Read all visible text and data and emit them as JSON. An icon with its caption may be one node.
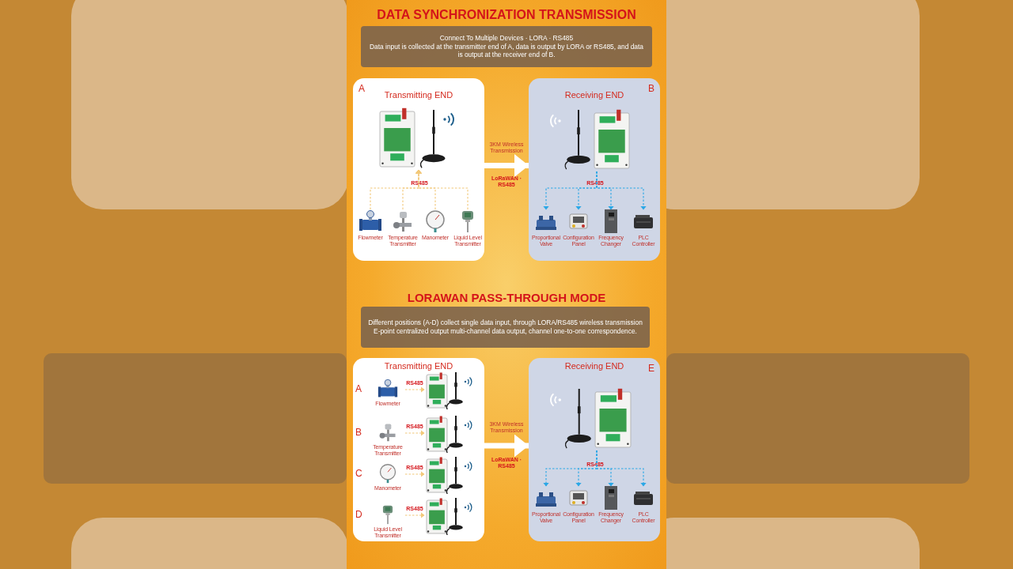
{
  "diagram": {
    "title": "DATA SYNCHRONIZATION TRANSMISSION",
    "nodes": [
      {
        "text": [
          "Connect To Multiple Devices · LORA · RS485",
          "Data input is collected at the transmitter end of A, data is output by LORA or RS485, and data is output at the receiver end of B."
        ]
      },
      {
        "text": [
          "A",
          "Transmitting END"
        ]
      },
      {
        "text": [],
        "shape": "picture",
        "in": 1
      },
      {
        "text": [
          "Flowmeter"
        ],
        "in": 1
      },
      {
        "text": [
          "Temperature Transmitter"
        ],
        "in": 1
      },
      {
        "text": [
          "Manometer"
        ],
        "in": 1
      },
      {
        "text": [
          "Liquid Level Transmitter"
        ],
        "in": 1
      },
      {
        "text": [
          "Receiving END",
          "B"
        ]
      },
      {
        "text": [],
        "shape": "picture",
        "in": 7
      },
      {
        "text": [
          "Proportional Valve"
        ],
        "in": 7
      },
      {
        "text": [
          "Configuration Panel"
        ],
        "in": 7
      },
      {
        "text": [
          "Frequency Changer"
        ],
        "in": 7
      },
      {
        "text": [
          "PLC Controller"
        ],
        "in": 7
      },
      {
        "text": [
          "Different positions (A-D) collect single data input, through LORA/RS485 wireless transmission E-point centralized output multi-channel data output, channel one-to-one correspondence."
        ]
      },
      {
        "text": [
          "Transmitting END"
        ]
      },
      {
        "text": [
          "Flowmeter"
        ],
        "in": 14,
        "beside": [
          "A"
        ]
      },
      {
        "text": [],
        "shape": "picture",
        "in": 14
      },
      {
        "text": [
          "Temperature Transmitter"
        ],
        "in": 14,
        "beside": [
          "B"
        ]
      },
      {
        "text": [],
        "shape": "picture",
        "in": 14
      },
      {
        "text": [
          "Manometer"
        ],
        "in": 14,
        "beside": [
          "C"
        ]
      },
      {
        "text": [],
        "shape": "picture",
        "in": 14
      },
      {
        "text": [
          "Liquid Level Transmitter"
        ],
        "in": 14,
        "beside": [
          "D"
        ]
      },
      {
        "text": [],
        "shape": "picture",
        "in": 14
      },
      {
        "text": [
          "Receiving END",
          "E"
        ]
      },
      {
        "text": [],
        "shape": "picture",
        "in": 23
      },
      {
        "text": [
          "Proportional Valve"
        ],
        "in": 23
      },
      {
        "text": [
          "Configuration Panel"
        ],
        "in": 23
      },
      {
        "text": [
          "Frequency Changer"
        ],
        "in": 23
      },
      {
        "text": [
          "PLC Controller"
        ],
        "in": 23
      }
    ],
    "edges": [
      {
        "from": 3,
        "to": 2,
        "arrow": "to",
        "style": "dashed",
        "color": "#f2c879"
      },
      {
        "from": 4,
        "to": 2,
        "arrow": "to",
        "style": "dashed",
        "color": "#f2c879"
      },
      {
        "from": 5,
        "to": 2,
        "arrow": "to",
        "style": "dashed",
        "color": "#f2c879"
      },
      {
        "from": 6,
        "to": 2,
        "arrow": "to",
        "style": "dashed",
        "color": "#f2c879"
      },
      {
        "from": 8,
        "to": 9,
        "arrow": "to",
        "style": "dashed",
        "color": "#2aa7e6"
      },
      {
        "from": 8,
        "to": 10,
        "arrow": "to",
        "style": "dashed",
        "color": "#2aa7e6"
      },
      {
        "from": 8,
        "to": 11,
        "arrow": "to",
        "style": "dashed",
        "color": "#2aa7e6"
      },
      {
        "from": 8,
        "to": 12,
        "arrow": "to",
        "style": "dashed",
        "color": "#2aa7e6"
      },
      {
        "from": 1,
        "to": 7,
        "arrow": "to",
        "style": "thick",
        "color": "#ffffff",
        "label": "3KM Wireless Transmission"
      },
      {
        "from": 15,
        "to": 16,
        "arrow": "to",
        "style": "dashed",
        "color": "#f2c879",
        "label": "RS485"
      },
      {
        "from": 17,
        "to": 18,
        "arrow": "to",
        "style": "dashed",
        "color": "#f2c879",
        "label": "RS485"
      },
      {
        "from": 19,
        "to": 20,
        "arrow": "to",
        "style": "dashed",
        "color": "#f2c879",
        "label": "RS485"
      },
      {
        "from": 21,
        "to": 22,
        "arrow": "to",
        "style": "dashed",
        "color": "#f2c879",
        "label": "RS485"
      },
      {
        "from": 14,
        "to": 23,
        "arrow": "to",
        "style": "thick",
        "color": "#ffffff",
        "label": "3KM Wireless Transmission"
      },
      {
        "from": 24,
        "to": 25,
        "arrow": "to",
        "style": "dashed",
        "color": "#2aa7e6"
      },
      {
        "from": 24,
        "to": 26,
        "arrow": "to",
        "style": "dashed",
        "color": "#2aa7e6"
      },
      {
        "from": 24,
        "to": 27,
        "arrow": "to",
        "style": "dashed",
        "color": "#2aa7e6"
      },
      {
        "from": 24,
        "to": 28,
        "arrow": "to",
        "style": "dashed",
        "color": "#2aa7e6"
      }
    ],
    "labels": [
      "RS485",
      "LoRaWAN · RS485",
      "RS485",
      "LORAWAN PASS-THROUGH MODE",
      "LoRaWAN · RS485",
      "RS485"
    ]
  }
}
